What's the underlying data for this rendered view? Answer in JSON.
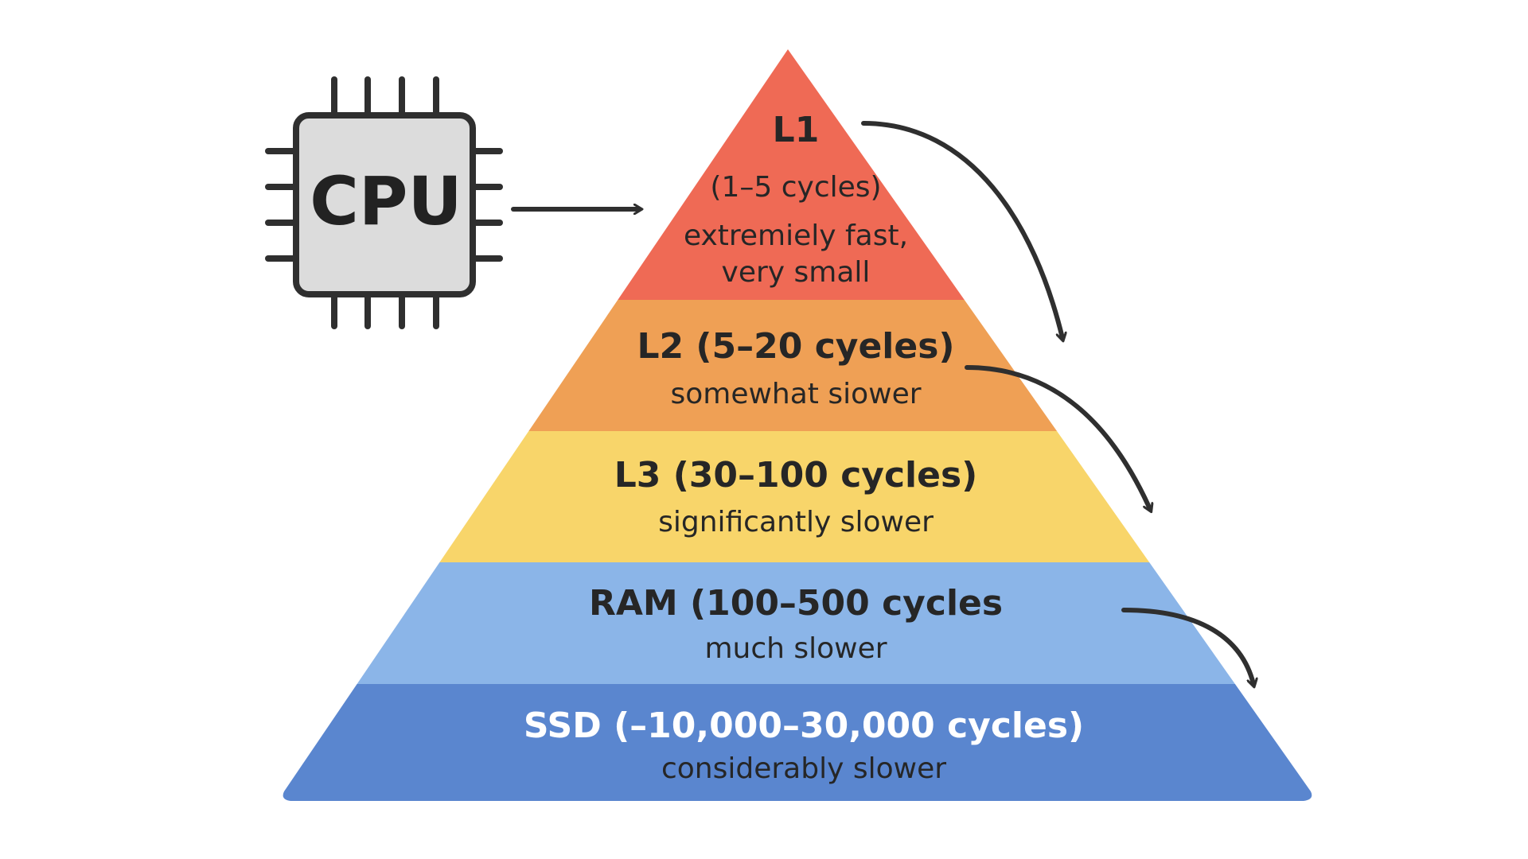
{
  "colors": {
    "l1": "#ef6a55",
    "l2": "#efa055",
    "l3": "#f8d56a",
    "ram": "#8bb5e8",
    "ssd": "#5a86cf",
    "cpu_fill": "#dcdcdc",
    "stroke": "#2f2f2f"
  },
  "cpu": {
    "label": "CPU",
    "icon": "cpu-chip-icon"
  },
  "levels": [
    {
      "id": "l1",
      "title": "L1",
      "detail": "(1–5 cycles)",
      "desc_line1": "extremiely fast,",
      "desc_line2": "very small"
    },
    {
      "id": "l2",
      "title": "L2 (5–20 cyeles)",
      "desc": "somewhat siower"
    },
    {
      "id": "l3",
      "title": "L3 (30–100 cycles)",
      "desc": "significantly slower"
    },
    {
      "id": "ram",
      "title": "RAM (100–500 cycles",
      "desc": "much slower"
    },
    {
      "id": "ssd",
      "title": "SSD (–10,000–30,000 cycles)",
      "desc": "considerably slower"
    }
  ]
}
